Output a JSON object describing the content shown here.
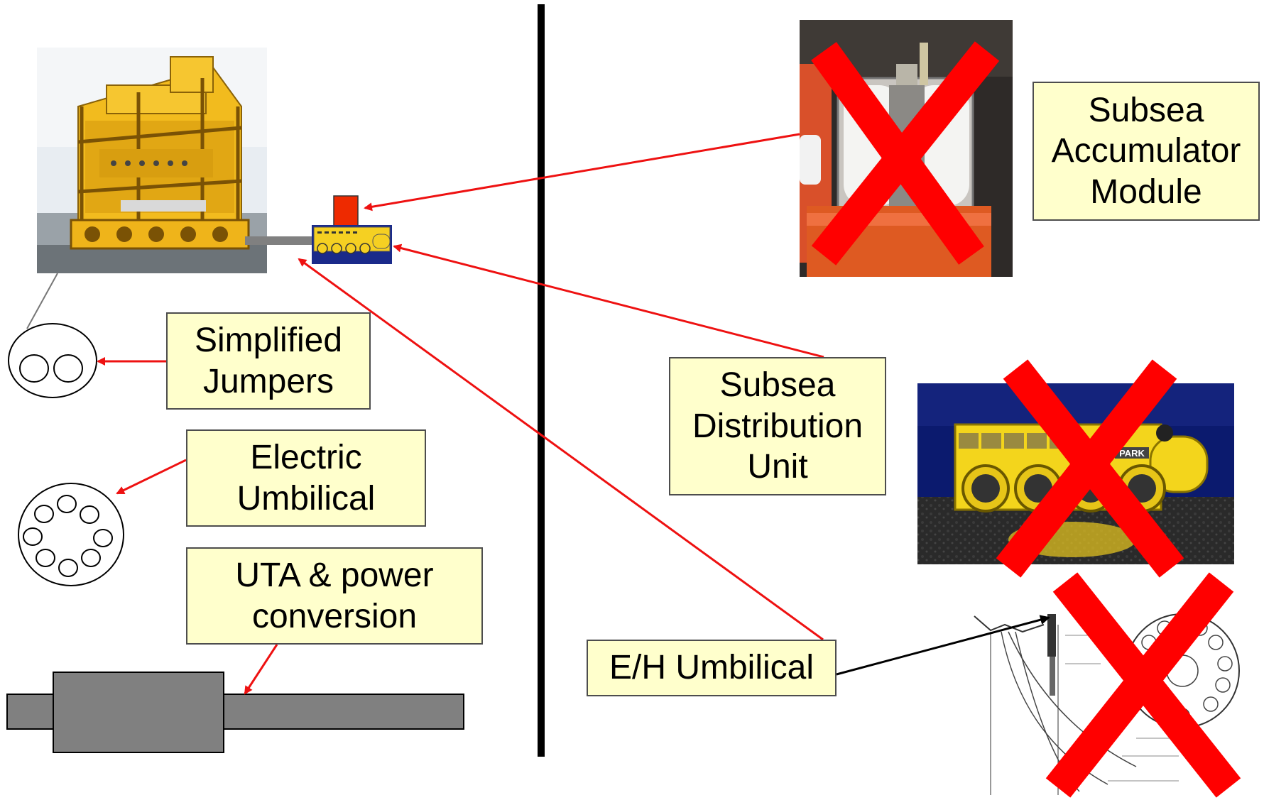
{
  "labels": {
    "simplified_jumpers": "Simplified\nJumpers",
    "electric_umbilical": "Electric\nUmbilical",
    "uta_power_conversion": "UTA & power\nconversion",
    "subsea_accumulator_module": "Subsea\nAccumulator\nModule",
    "subsea_distribution_unit": "Subsea\nDistribution\nUnit",
    "eh_umbilical": "E/H Umbilical"
  },
  "sdu_photo_sign": "PARK",
  "colors": {
    "arrow_red": "#ee1111",
    "cross_red": "#ff0000",
    "box_fill": "#ffffcc",
    "box_border": "#4d4d4d",
    "divider": "#000000",
    "cylinder_gray": "#808080",
    "tree_yellow": "#f0b81c",
    "accumulator_orange": "#e4521c"
  },
  "icons": {
    "subsea_tree": "subsea-tree-photo",
    "jumper_cross_section": "two-core-cross-section",
    "umbilical_cross_section": "eight-core-cross-section",
    "uta_cylinder": "stepped-cylinder",
    "rejected_marker": "red-x-cross"
  }
}
